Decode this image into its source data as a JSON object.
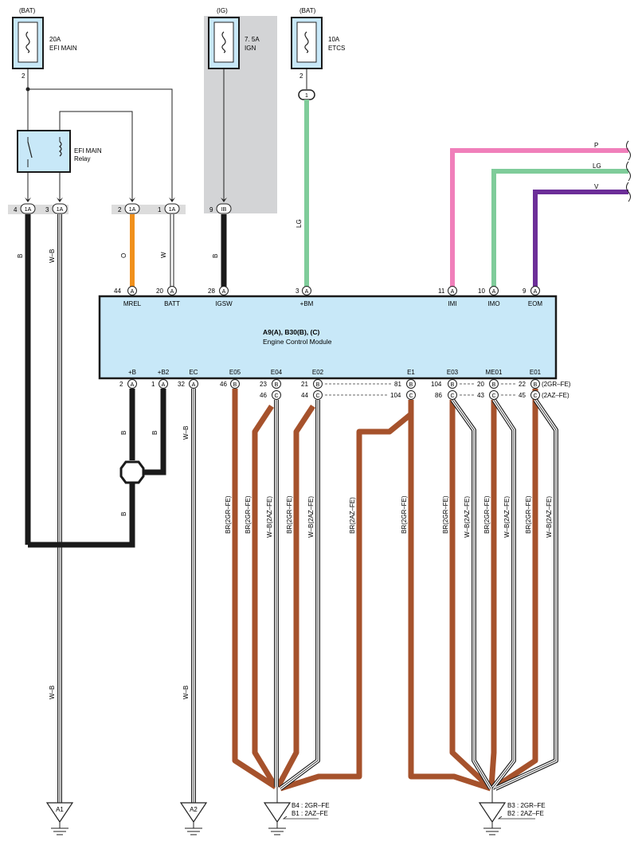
{
  "fuses": {
    "efi_main": {
      "source": "(BAT)",
      "rating": "20A",
      "name": "EFI MAIN",
      "pin": "2"
    },
    "ign": {
      "source": "(IG)",
      "rating": "7. 5A",
      "name": "IGN"
    },
    "etcs": {
      "source": "(BAT)",
      "rating": "10A",
      "name": "ETCS",
      "pin": "2",
      "connector": "1"
    }
  },
  "relay": {
    "line1": "EFI MAIN",
    "line2": "Relay"
  },
  "junction_pins": [
    {
      "num": "4",
      "conn": "1A"
    },
    {
      "num": "3",
      "conn": "1A"
    },
    {
      "num": "2",
      "conn": "1A"
    },
    {
      "num": "1",
      "conn": "1A"
    },
    {
      "num": "9",
      "conn": "IB"
    }
  ],
  "ecm": {
    "title": "A9(A), B30(B), (C)",
    "subtitle": "Engine Control Module",
    "top_pins": [
      {
        "num": "44",
        "conn": "A",
        "label": "MREL"
      },
      {
        "num": "20",
        "conn": "A",
        "label": "BATT"
      },
      {
        "num": "28",
        "conn": "A",
        "label": "IGSW"
      },
      {
        "num": "3",
        "conn": "A",
        "label": "+BM"
      },
      {
        "num": "11",
        "conn": "A",
        "label": "IMI"
      },
      {
        "num": "10",
        "conn": "A",
        "label": "IMO"
      },
      {
        "num": "9",
        "conn": "A",
        "label": "EOM"
      }
    ],
    "bottom_labels": [
      "+B",
      "+B2",
      "EC",
      "E05",
      "E04",
      "E02",
      "E1",
      "E03",
      "ME01",
      "E01"
    ],
    "bottom_pins_row1": [
      {
        "num": "2",
        "conn": "A"
      },
      {
        "num": "1",
        "conn": "A"
      },
      {
        "num": "32",
        "conn": "A"
      },
      {
        "num": "46",
        "conn": "B"
      },
      {
        "num": "23",
        "conn": "B"
      },
      {
        "num": "21",
        "conn": "B"
      },
      {
        "num": "81",
        "conn": "B"
      },
      {
        "num": "104",
        "conn": "B"
      },
      {
        "num": "20",
        "conn": "B"
      },
      {
        "num": "22",
        "conn": "B"
      }
    ],
    "bottom_pins_row2": [
      {
        "num": "46",
        "conn": "C"
      },
      {
        "num": "44",
        "conn": "C"
      },
      {
        "num": "104",
        "conn": "C"
      },
      {
        "num": "86",
        "conn": "C"
      },
      {
        "num": "43",
        "conn": "C"
      },
      {
        "num": "45",
        "conn": "C"
      }
    ],
    "row1_note": "(2GR–FE)",
    "row2_note": "(2AZ–FE)"
  },
  "wire_labels": {
    "b_left": "B",
    "wb_left": "W–B",
    "o": "O",
    "w": "W",
    "b_ign": "B",
    "lg": "LG",
    "p": "P",
    "lg2": "LG",
    "v": "V",
    "b1": "B",
    "b2": "B",
    "b3": "B",
    "wb_ec": "W–B",
    "wb_low1": "W–B",
    "wb_low2": "W–B",
    "bottom_vertical": [
      "BR(2GR–FE)",
      "BR(2GR–FE)",
      "W–B(2AZ–FE)",
      "BR(2GR–FE)",
      "W–B(2AZ–FE)",
      "BR(2AZ–FE)",
      "BR(2GR–FE)",
      "BR(2GR–FE)",
      "W–B(2AZ–FE)",
      "BR(2GR–FE)",
      "W–B(2AZ–FE)",
      "BR(2GR–FE)",
      "W–B(2AZ–FE)"
    ]
  },
  "grounds": {
    "a1": "A1",
    "a2": "A2",
    "b4_line1": "B4 : 2GR–FE",
    "b4_line2": "B1 : 2AZ–FE",
    "b3_line1": "B3 : 2GR–FE",
    "b3_line2": "B2 : 2AZ–FE"
  },
  "colors": {
    "black": "#1a1a1a",
    "orange": "#f0901c",
    "green": "#7fcc9a",
    "pink": "#f07fba",
    "purple": "#6c2e98",
    "brown": "#a6522c",
    "ecm_fill": "#c8e8f8",
    "ign_bg": "#d3d4d6",
    "junction_bg": "#dcdcdc"
  }
}
